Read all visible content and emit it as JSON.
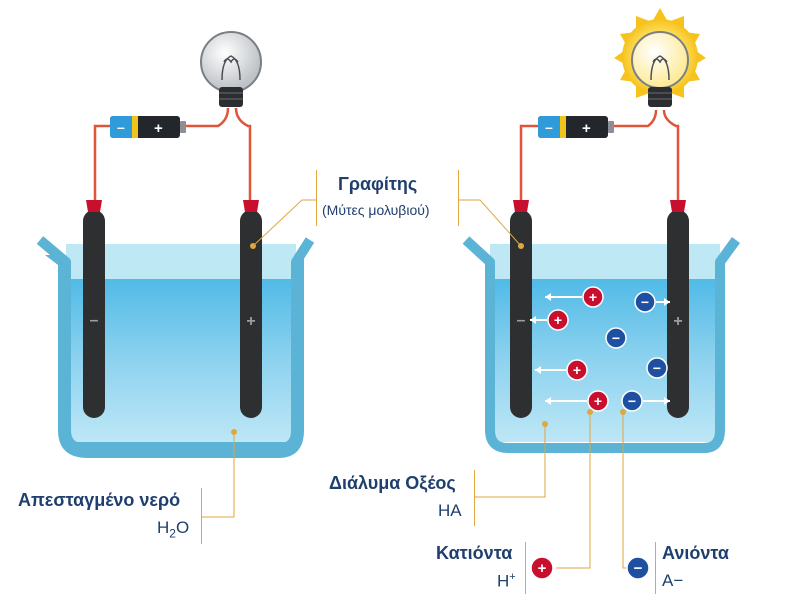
{
  "labels": {
    "graphite_title": "Γραφίτης",
    "graphite_sub": "(Μύτες μολυβιού)",
    "water_title": "Απεσταγμένο νερό",
    "water_formula_main": "H",
    "water_formula_sub": "2",
    "water_formula_end": "O",
    "acid_title": "Διάλυμα Οξέος",
    "acid_formula": "HA",
    "cations_title": "Κατιόντα",
    "cations_formula_main": "H",
    "cations_formula_sup": "+",
    "anions_title": "Ανιόντα",
    "anions_formula": "A−"
  },
  "symbols": {
    "plus": "+",
    "minus": "−"
  },
  "colors": {
    "water_light": "#bfe8f5",
    "water_dark": "#2aa7dc",
    "beaker": "#5bb3d6",
    "electrode": "#2e2f31",
    "wire": "#e0553a",
    "callout": "#e0a640",
    "cation": "#c8102e",
    "anion": "#1f4fa0",
    "bulb_glow": "#f9c51b",
    "battery_blue": "#2f9bd8",
    "battery_gold": "#f0c419"
  }
}
